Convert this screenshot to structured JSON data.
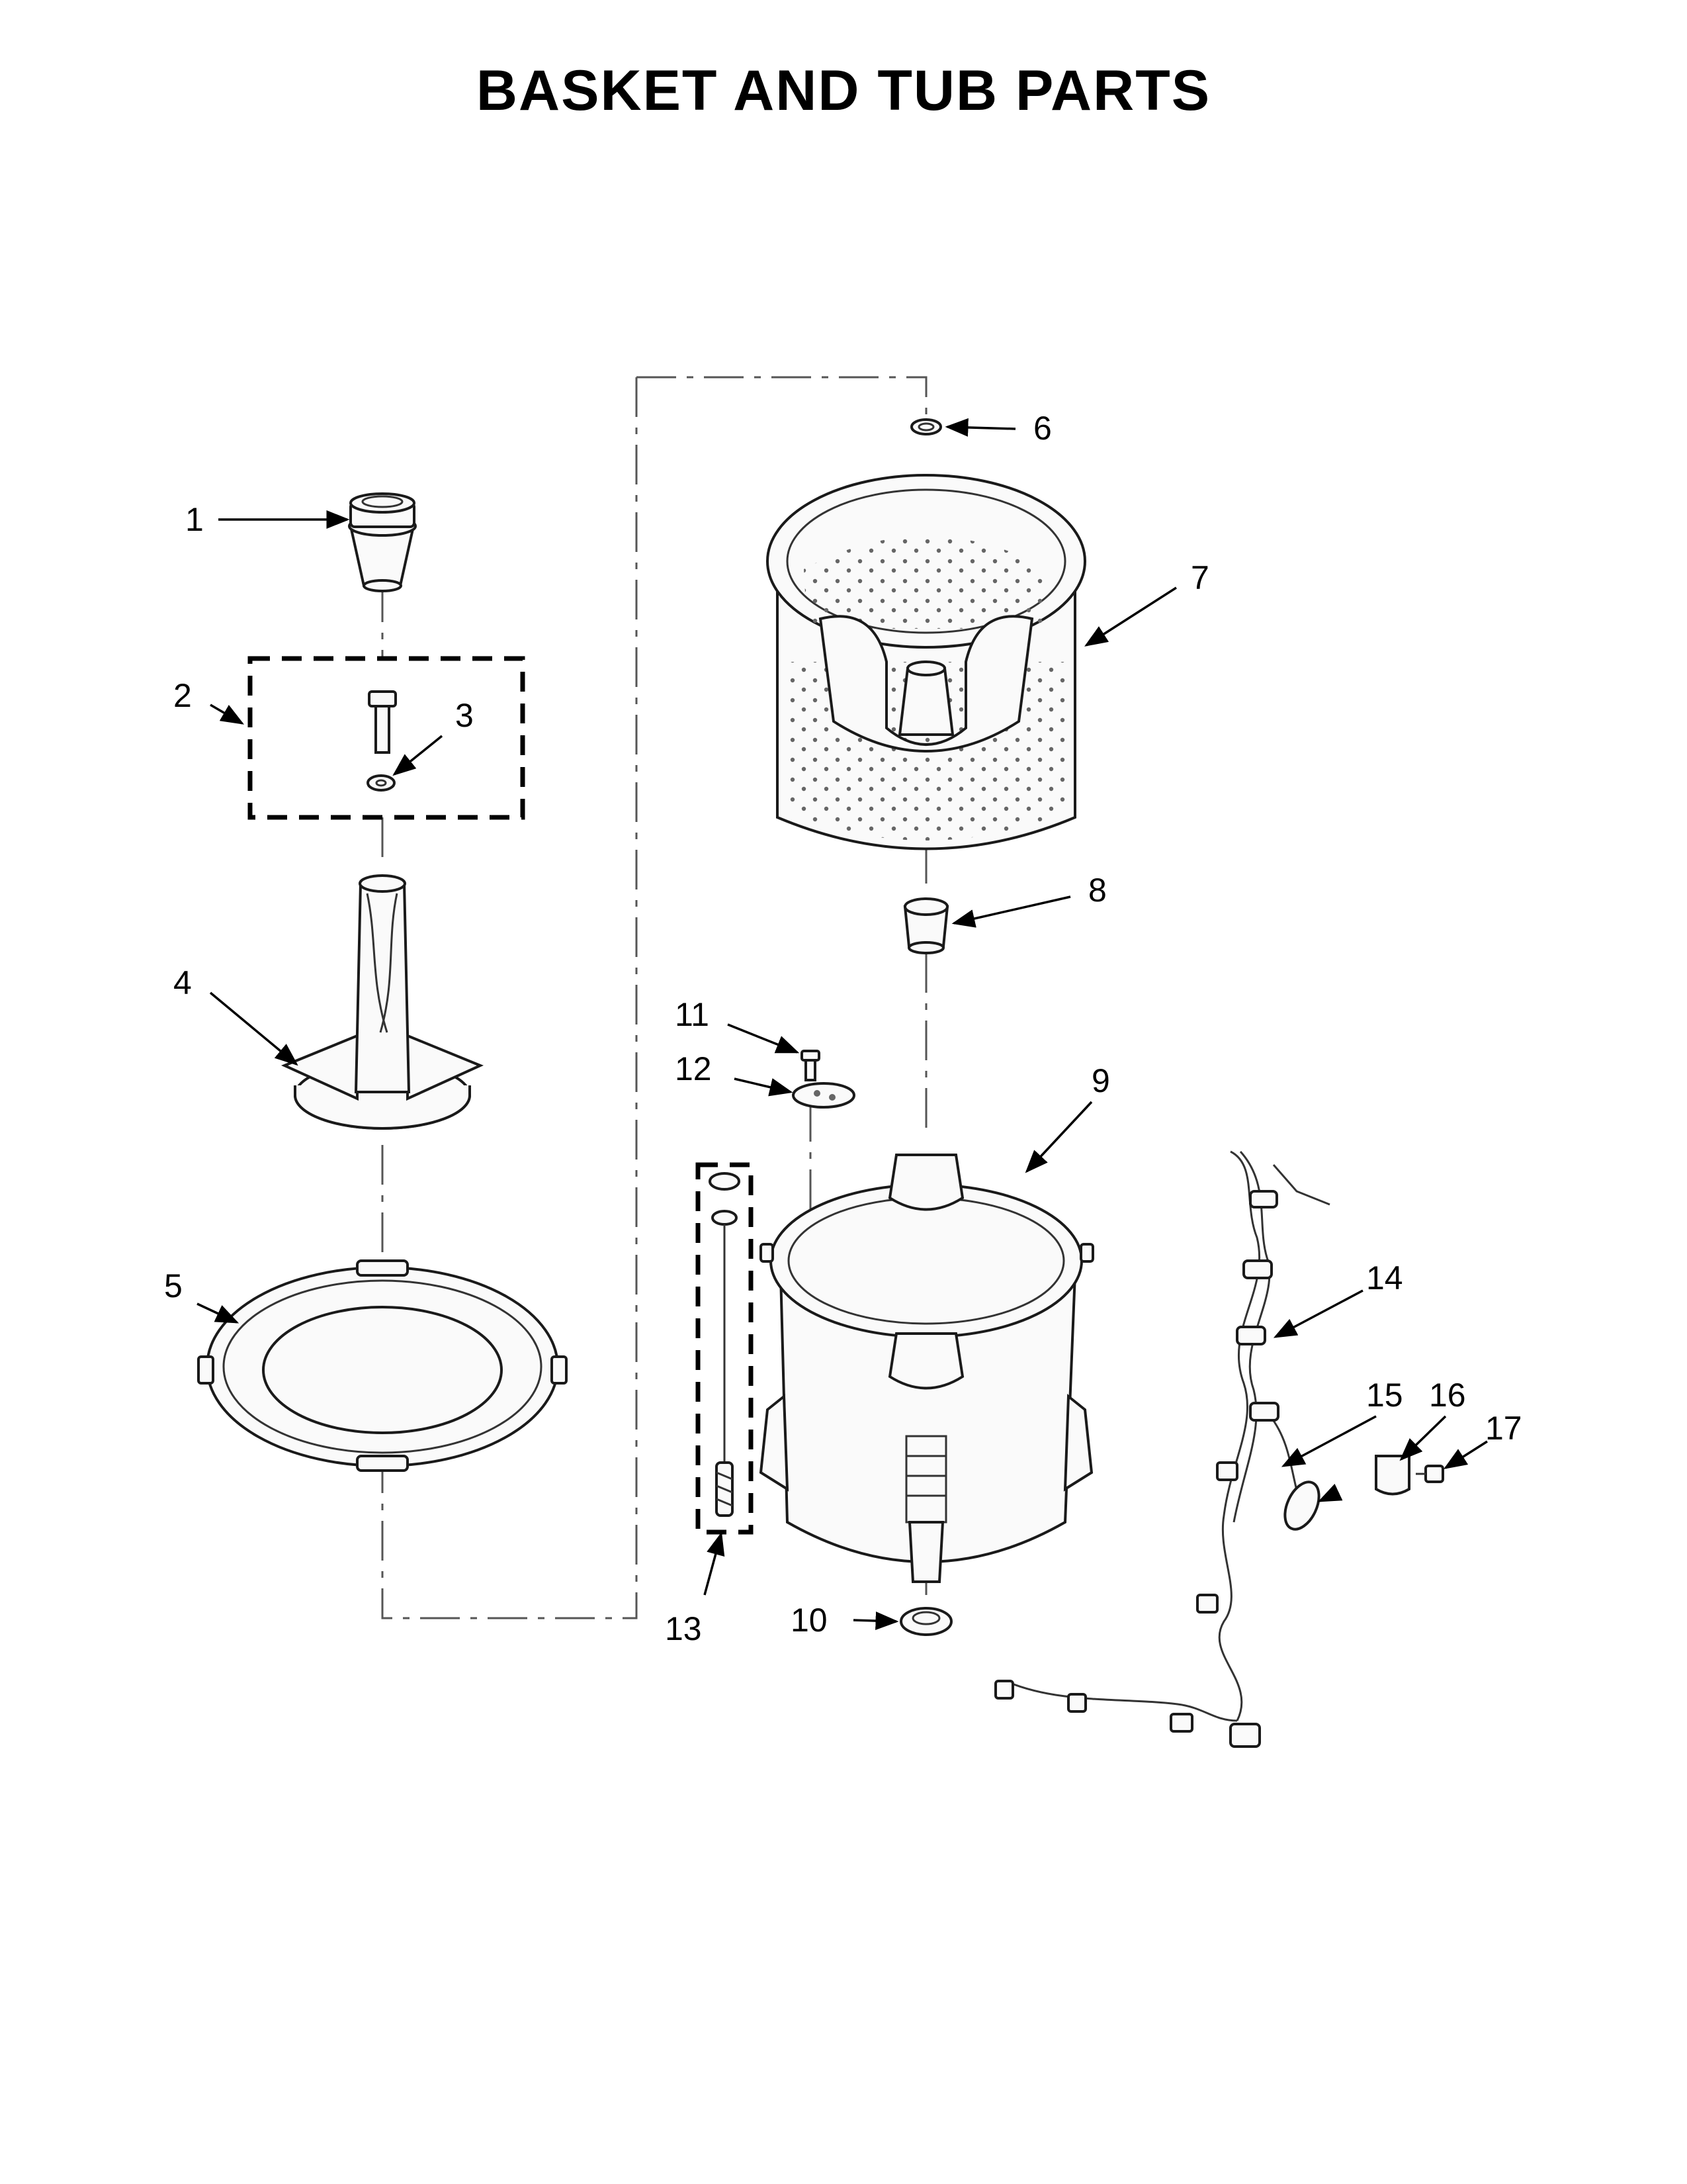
{
  "title": "BASKET AND TUB PARTS",
  "callouts": [
    "1",
    "2",
    "3",
    "4",
    "5",
    "6",
    "7",
    "8",
    "9",
    "10",
    "11",
    "12",
    "13",
    "14",
    "15",
    "16",
    "17"
  ]
}
